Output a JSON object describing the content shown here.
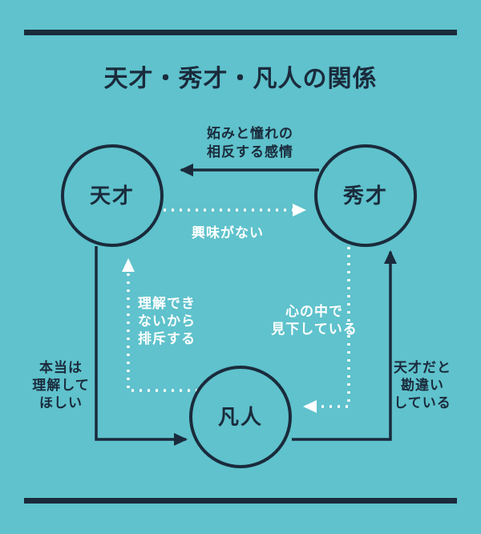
{
  "title": "天才・秀才・凡人の関係",
  "nodes": {
    "genius": {
      "label": "天才"
    },
    "talented": {
      "label": "秀才"
    },
    "ordinary": {
      "label": "凡人"
    }
  },
  "edges": {
    "talented_to_genius": {
      "style": "solid-dark-arrow",
      "direction": "from 秀才 to 天才",
      "lines": [
        "妬みと憧れの",
        "相反する感情"
      ]
    },
    "genius_to_talented": {
      "style": "dotted-white-arrow",
      "direction": "from 天才 to 秀才",
      "lines": [
        "興味がない"
      ]
    },
    "ordinary_to_genius": {
      "style": "dotted-white-arrow",
      "direction": "from 凡人 to 天才",
      "lines": [
        "理解でき",
        "ないから",
        "排斥する"
      ]
    },
    "talented_to_ordinary": {
      "style": "dotted-white-arrow",
      "direction": "from 秀才 to 凡人",
      "lines": [
        "心の中で",
        "見下している"
      ]
    },
    "genius_to_ordinary": {
      "style": "solid-dark-arrow",
      "direction": "from 天才 to 凡人",
      "lines": [
        "本当は",
        "理解して",
        "ほしい"
      ]
    },
    "ordinary_to_talented": {
      "style": "solid-dark-arrow",
      "direction": "from 凡人 to 秀才",
      "lines": [
        "天才だと",
        "勘違い",
        "している"
      ]
    }
  },
  "colors": {
    "background": "#5FC2CC",
    "ink": "#1A2B3C",
    "line_white": "#FFFFFF"
  }
}
